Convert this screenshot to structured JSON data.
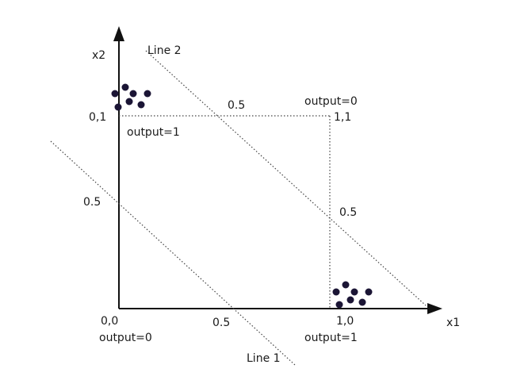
{
  "axes": {
    "x_label": "x1",
    "y_label": "x2"
  },
  "corners": {
    "origin": "0,0",
    "top_left": "0,1",
    "top_right": "1,1",
    "bottom_right": "1,0"
  },
  "outputs": {
    "origin": "output=0",
    "top_left": "output=1",
    "top_right": "output=0",
    "bottom_right": "output=1"
  },
  "intercepts": {
    "line1_y": "0.5",
    "line1_x": "0.5",
    "top_edge": "0.5",
    "right_edge": "0.5"
  },
  "lines": {
    "line1": "Line 1",
    "line2": "Line 2"
  },
  "colors": {
    "axis": "#111111",
    "points": "#1b1535",
    "guides": "#444444"
  }
}
